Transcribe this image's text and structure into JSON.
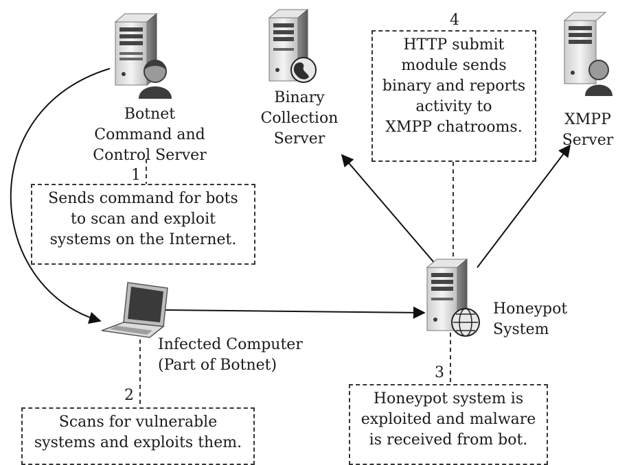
{
  "nodes": {
    "botnet_cc": {
      "lines": [
        "Botnet",
        "Command and",
        "Control Server"
      ]
    },
    "binary_collection": {
      "lines": [
        "Binary",
        "Collection",
        "Server"
      ]
    },
    "xmpp": {
      "lines": [
        "XMPP",
        "Server"
      ]
    },
    "infected": {
      "lines": [
        "Infected Computer",
        "(Part of Botnet)"
      ]
    },
    "honeypot": {
      "lines": [
        "Honeypot",
        "System"
      ]
    }
  },
  "steps": [
    {
      "number": "1",
      "lines": [
        "Sends command for bots",
        "to scan and exploit",
        "systems on the Internet."
      ]
    },
    {
      "number": "2",
      "lines": [
        "Scans for vulnerable",
        "systems and exploits them."
      ]
    },
    {
      "number": "3",
      "lines": [
        "Honeypot system is",
        "exploited and malware",
        "is received from bot."
      ]
    },
    {
      "number": "4",
      "lines": [
        "HTTP submit",
        "module sends",
        "binary and reports",
        "activity to",
        "XMPP chatrooms."
      ]
    }
  ]
}
